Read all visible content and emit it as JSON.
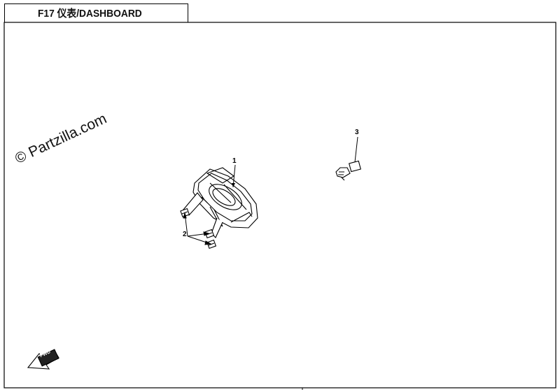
{
  "title": "F17 仪表/DASHBOARD",
  "watermark": "© Partzilla.com",
  "callouts": [
    {
      "id": "1",
      "label": "1"
    },
    {
      "id": "2",
      "label": "2"
    },
    {
      "id": "3",
      "label": "3"
    }
  ],
  "fwd_badge": "FWD"
}
